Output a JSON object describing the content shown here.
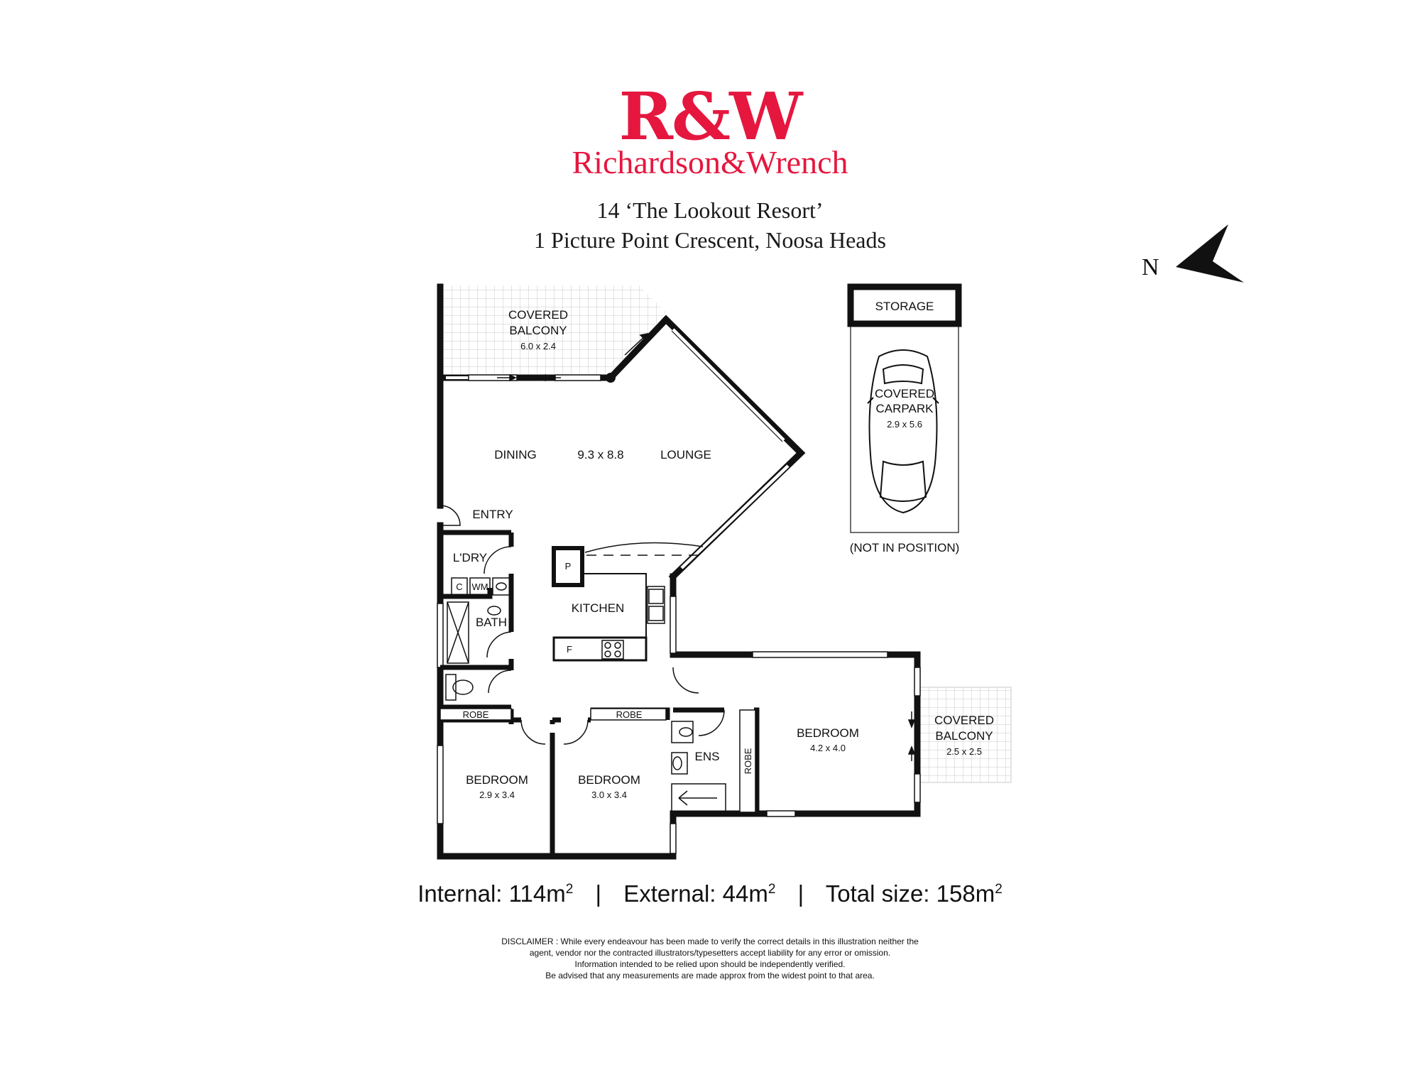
{
  "brand": {
    "logo_mark": "R&W",
    "name": "Richardson&Wrench",
    "color": "#e5173f"
  },
  "address": {
    "line1": "14 ‘The Lookout Resort’",
    "line2": "1 Picture Point Crescent, Noosa Heads"
  },
  "compass": {
    "label": "N"
  },
  "rooms": {
    "covered_balcony_main": {
      "name": "COVERED",
      "name2": "BALCONY",
      "size": "6.0 x 2.4"
    },
    "dining": "DINING",
    "living_size": "9.3 x 8.8",
    "lounge": "LOUNGE",
    "entry": "ENTRY",
    "laundry": "L'DRY",
    "cupboard": "C",
    "washing_machine": "WM",
    "bath": "BATH",
    "pantry": "P",
    "kitchen": "KITCHEN",
    "fridge": "F",
    "robe": "ROBE",
    "bedroom": "BEDROOM",
    "bedroom2_size": "2.9 x 3.4",
    "bedroom3_size": "3.0 x 3.4",
    "ensuite": "ENS",
    "master_size": "4.2 x 4.0",
    "covered_balcony_small": {
      "name": "COVERED",
      "name2": "BALCONY",
      "size": "2.5 x 2.5"
    },
    "storage": "STORAGE",
    "carpark": {
      "name": "COVERED",
      "name2": "CARPARK",
      "size": "2.9 x 5.6"
    },
    "not_in_position": "(NOT IN POSITION)"
  },
  "sizes": {
    "internal_label": "Internal:",
    "internal_value": "114m",
    "external_label": "External:",
    "external_value": "44m",
    "total_label": "Total size:",
    "total_value": "158m",
    "unit_power": "2",
    "separator": "|"
  },
  "disclaimer": {
    "line1": "DISCLAIMER : While every endeavour has been made to verify the correct details in this illustration neither the",
    "line2": "agent, vendor nor the contracted illustrators/typesetters accept liability for any error or omission.",
    "line3": "Information intended to be relied upon should be independently verified.",
    "line4": "Be advised that any measurements are made approx from the widest point to that area."
  }
}
